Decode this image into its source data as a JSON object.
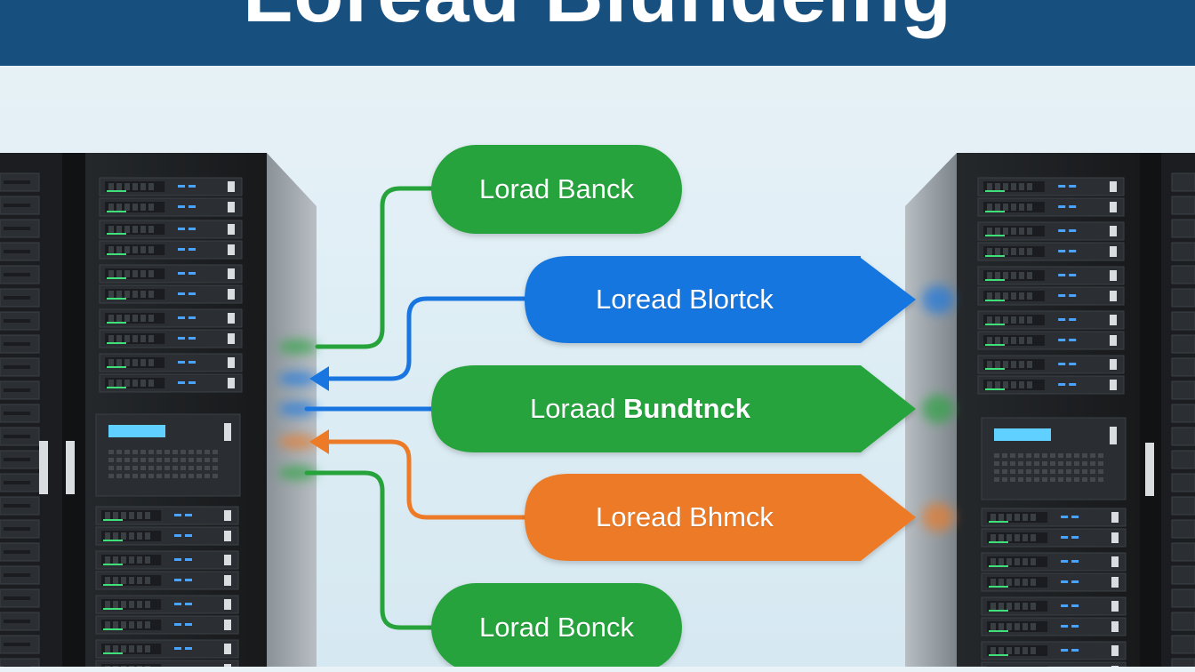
{
  "header": {
    "title": "Loread Blundeing"
  },
  "diagram": {
    "boxes": [
      {
        "id": "box-1",
        "label": "Lorad Banck",
        "color": "#27a33c"
      },
      {
        "id": "box-2",
        "label": "Loread Blortck",
        "color": "#1976e0"
      },
      {
        "id": "box-3",
        "label_regular": "Loraad ",
        "label_bold": "Bundtnck",
        "color": "#27a33c"
      },
      {
        "id": "box-4",
        "label": "Loread Bhmck",
        "color": "#ec7a26"
      },
      {
        "id": "box-5",
        "label": "Lorad Bonck",
        "color": "#27a33c"
      }
    ],
    "colors": {
      "green": "#27a33c",
      "blue": "#1976e0",
      "orange": "#ec7a26",
      "banner": "#17507f",
      "rack": "#1e2124"
    }
  }
}
